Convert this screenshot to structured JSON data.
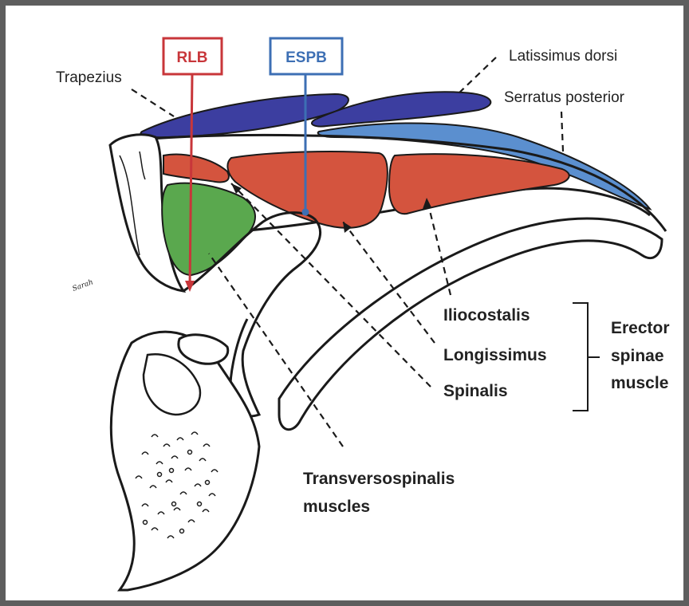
{
  "labels": {
    "rlb": "RLB",
    "espb": "ESPB",
    "trapezius": "Trapezius",
    "latissimus": "Latissimus dorsi",
    "serratus": "Serratus posterior",
    "iliocostalis": "Iliocostalis",
    "longissimus": "Longissimus",
    "spinalis": "Spinalis",
    "erector_1": "Erector",
    "erector_2": "spinae",
    "erector_3": "muscle",
    "transverso_1": "Transversospinalis",
    "transverso_2": "muscles",
    "signature": "Sarah"
  },
  "colors": {
    "rlb": "#c8363a",
    "espb": "#3d6fb4",
    "dark_blue_muscle": "#3c3ea0",
    "light_blue_muscle": "#5b8fcf",
    "erector_red": "#d4543e",
    "transverso_green": "#5aa84e",
    "outline": "#1a1a1a",
    "frame": "#5e5e5e"
  }
}
